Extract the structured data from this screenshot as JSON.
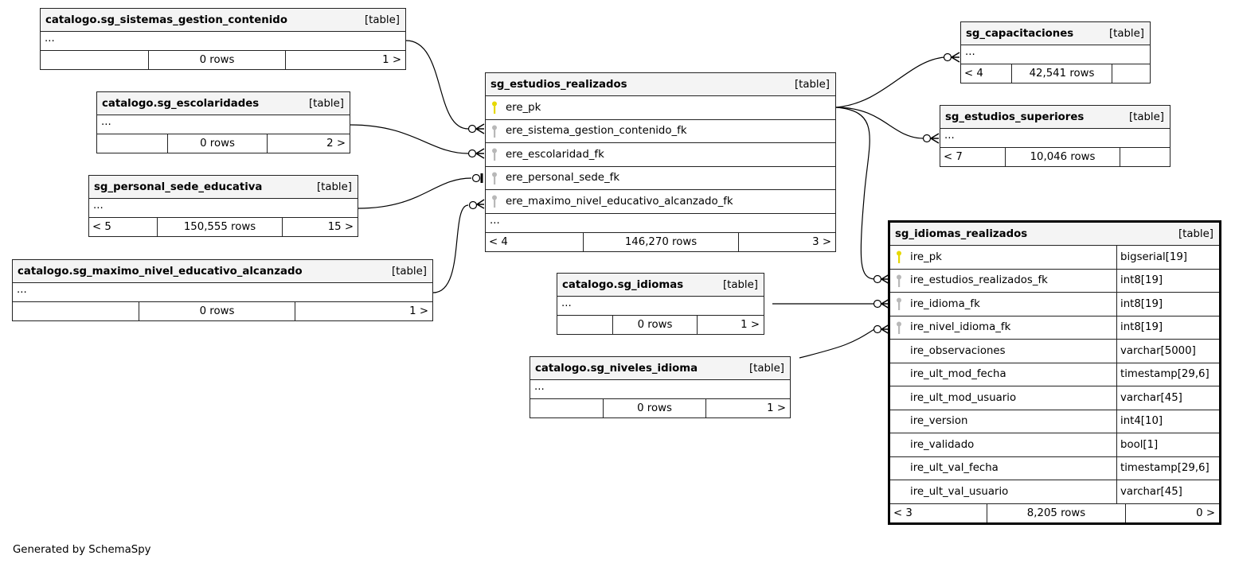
{
  "footer": "Generated by SchemaSpy",
  "colors": {
    "pk_key": "#e6d800",
    "fk_key": "#b8b8b8",
    "header_bg": "#f4f4f4",
    "border": "#222222"
  },
  "tables": {
    "sistemas": {
      "name": "catalogo.sg_sistemas_gestion_contenido",
      "kind": "[table]",
      "ellipsis": "...",
      "parents": "",
      "rows": "0 rows",
      "children": "1 >"
    },
    "escolaridades": {
      "name": "catalogo.sg_escolaridades",
      "kind": "[table]",
      "ellipsis": "...",
      "parents": "",
      "rows": "0 rows",
      "children": "2 >"
    },
    "personal": {
      "name": "sg_personal_sede_educativa",
      "kind": "[table]",
      "ellipsis": "...",
      "parents": "< 5",
      "rows": "150,555 rows",
      "children": "15 >"
    },
    "maximo": {
      "name": "catalogo.sg_maximo_nivel_educativo_alcanzado",
      "kind": "[table]",
      "ellipsis": "...",
      "parents": "",
      "rows": "0 rows",
      "children": "1 >"
    },
    "estudios": {
      "name": "sg_estudios_realizados",
      "kind": "[table]",
      "columns": [
        {
          "name": "ere_pk",
          "key": "pk"
        },
        {
          "name": "ere_sistema_gestion_contenido_fk",
          "key": "fk"
        },
        {
          "name": "ere_escolaridad_fk",
          "key": "fk"
        },
        {
          "name": "ere_personal_sede_fk",
          "key": "fk"
        },
        {
          "name": "ere_maximo_nivel_educativo_alcanzado_fk",
          "key": "fk"
        }
      ],
      "ellipsis": "...",
      "parents": "< 4",
      "rows": "146,270 rows",
      "children": "3 >"
    },
    "capacitaciones": {
      "name": "sg_capacitaciones",
      "kind": "[table]",
      "ellipsis": "...",
      "parents": "< 4",
      "rows": "42,541 rows",
      "children": ""
    },
    "superiores": {
      "name": "sg_estudios_superiores",
      "kind": "[table]",
      "ellipsis": "...",
      "parents": "< 7",
      "rows": "10,046 rows",
      "children": ""
    },
    "idiomas": {
      "name": "catalogo.sg_idiomas",
      "kind": "[table]",
      "ellipsis": "...",
      "parents": "",
      "rows": "0 rows",
      "children": "1 >"
    },
    "niveles": {
      "name": "catalogo.sg_niveles_idioma",
      "kind": "[table]",
      "ellipsis": "...",
      "parents": "",
      "rows": "0 rows",
      "children": "1 >"
    },
    "idiomas_realizados": {
      "name": "sg_idiomas_realizados",
      "kind": "[table]",
      "columns": [
        {
          "name": "ire_pk",
          "type": "bigserial[19]",
          "key": "pk"
        },
        {
          "name": "ire_estudios_realizados_fk",
          "type": "int8[19]",
          "key": "fk"
        },
        {
          "name": "ire_idioma_fk",
          "type": "int8[19]",
          "key": "fk"
        },
        {
          "name": "ire_nivel_idioma_fk",
          "type": "int8[19]",
          "key": "fk"
        },
        {
          "name": "ire_observaciones",
          "type": "varchar[5000]",
          "key": ""
        },
        {
          "name": "ire_ult_mod_fecha",
          "type": "timestamp[29,6]",
          "key": ""
        },
        {
          "name": "ire_ult_mod_usuario",
          "type": "varchar[45]",
          "key": ""
        },
        {
          "name": "ire_version",
          "type": "int4[10]",
          "key": ""
        },
        {
          "name": "ire_validado",
          "type": "bool[1]",
          "key": ""
        },
        {
          "name": "ire_ult_val_fecha",
          "type": "timestamp[29,6]",
          "key": ""
        },
        {
          "name": "ire_ult_val_usuario",
          "type": "varchar[45]",
          "key": ""
        }
      ],
      "parents": "< 3",
      "rows": "8,205 rows",
      "children": "0 >"
    }
  }
}
